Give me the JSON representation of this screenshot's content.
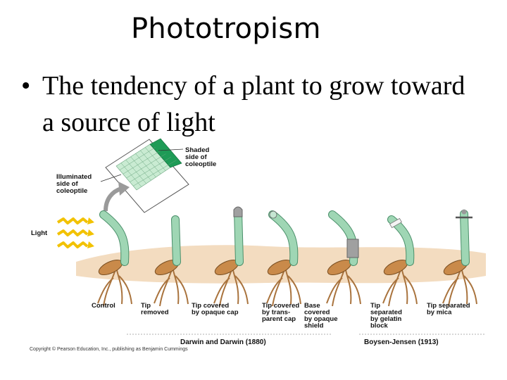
{
  "slide": {
    "title": "Phototropism",
    "bullet": "The tendency of a plant to grow toward a source of light"
  },
  "figure": {
    "inset_labels": {
      "shaded": [
        "Shaded",
        "side of",
        "coleoptile"
      ],
      "illuminated": [
        "Illuminated",
        "side of",
        "coleoptile"
      ]
    },
    "light_label": "Light",
    "experiments": [
      {
        "label": [
          "Control"
        ],
        "treatment": "none"
      },
      {
        "label": [
          "Tip",
          "removed"
        ],
        "treatment": "tip-removed"
      },
      {
        "label": [
          "Tip covered",
          "by opaque cap"
        ],
        "treatment": "opaque-cap"
      },
      {
        "label": [
          "Tip covered",
          "by trans-",
          "parent cap"
        ],
        "treatment": "transparent-cap"
      },
      {
        "label": [
          "Base",
          "covered",
          "by opaque",
          "shield"
        ],
        "treatment": "opaque-shield"
      },
      {
        "label": [
          "Tip",
          "separated",
          "by gelatin",
          "block"
        ],
        "treatment": "gelatin-block"
      },
      {
        "label": [
          "Tip separated",
          "by mica"
        ],
        "treatment": "mica"
      }
    ],
    "studies": {
      "darwin": "Darwin and Darwin (1880)",
      "boysen": "Boysen-Jensen (1913)"
    },
    "copyright": "Copyright © Pearson Education, Inc., publishing as Benjamin Cummings",
    "colors": {
      "stem": "#9fd6b4",
      "stem_stroke": "#4a8f6a",
      "soil": "#f3dcc0",
      "seed": "#c98a4a",
      "root": "#a9733d",
      "light": "#f2c200",
      "cap": "#a0a0a0",
      "arrow": "#9a9a9a",
      "shaded_side": "#1e9b56"
    }
  }
}
